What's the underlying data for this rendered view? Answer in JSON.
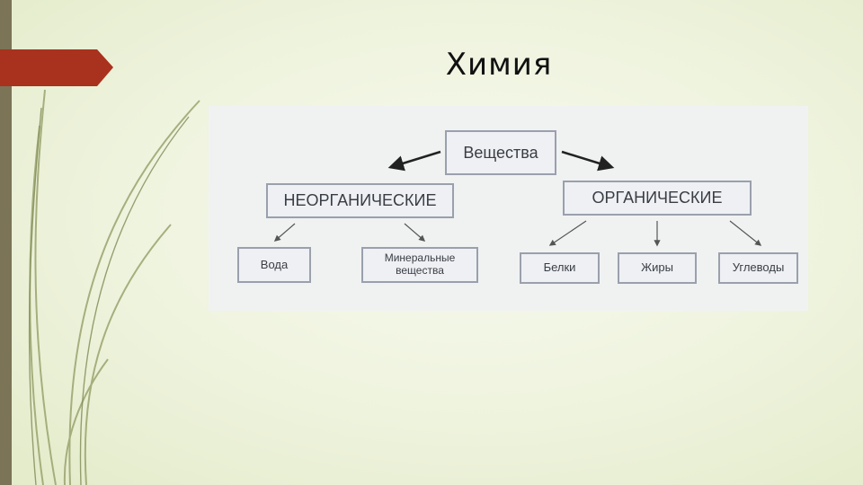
{
  "slide": {
    "title": "Химия"
  },
  "diagram": {
    "root": "Вещества",
    "branches": [
      {
        "label": "НЕОРГАНИЧЕСКИЕ",
        "children": [
          "Вода",
          "Минеральные вещества"
        ]
      },
      {
        "label": "ОРГАНИЧЕСКИЕ",
        "children": [
          "Белки",
          "Жиры",
          "Углеводы"
        ]
      }
    ]
  },
  "colors": {
    "accent_bar": "#7b7457",
    "title_tab": "#a8321d",
    "node_border": "#9aa0ac",
    "arrow": "#222222"
  }
}
